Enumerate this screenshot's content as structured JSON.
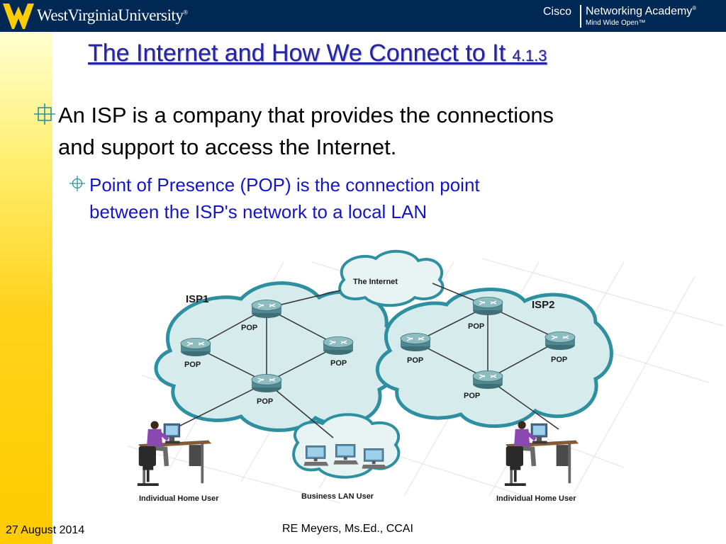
{
  "header": {
    "university_name": "WestVirginiaUniversity",
    "university_mark": "®",
    "cisco_word": "Cisco",
    "academy_name": "Networking Academy",
    "academy_mark": "®",
    "tagline": "Mind Wide Open™",
    "logo_icon": "wvu-flying-wv-logo-icon"
  },
  "slide": {
    "title": "The Internet and How We Connect to It",
    "title_ref": "4.1.3",
    "bullet1_line1": "An ISP is a company that provides the connections",
    "bullet1_line2": "and support to access the Internet.",
    "bullet2_line1": "Point of Presence (POP)  is the connection point",
    "bullet2_line2": "between the ISP's network to a local LAN"
  },
  "diagram": {
    "internet_label": "The Internet",
    "isp1_label": "ISP1",
    "isp2_label": "ISP2",
    "pop_label": "POP",
    "home_user_label": "Individual Home User",
    "business_label": "Business LAN  User"
  },
  "footer": {
    "date": "27 August 2014",
    "author": "RE Meyers, Ms.Ed., CCAI"
  },
  "colors": {
    "header_bg": "#002855",
    "wvu_gold": "#ffcc00",
    "title": "#2424a8",
    "sub_bullet": "#1515c8",
    "cloud_fill": "#d6ecec",
    "cloud_stroke": "#2e8fa0"
  }
}
